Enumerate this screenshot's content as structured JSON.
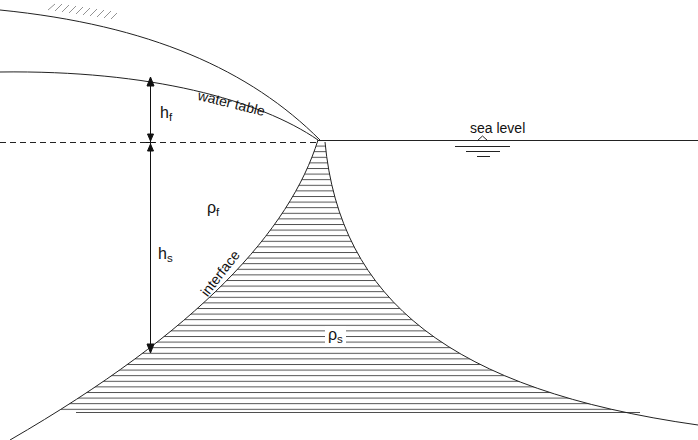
{
  "diagram": {
    "labels": [
      "water table",
      "sea level",
      "hf",
      "hs",
      "ρf",
      "interface",
      "ρs"
    ]
  }
}
